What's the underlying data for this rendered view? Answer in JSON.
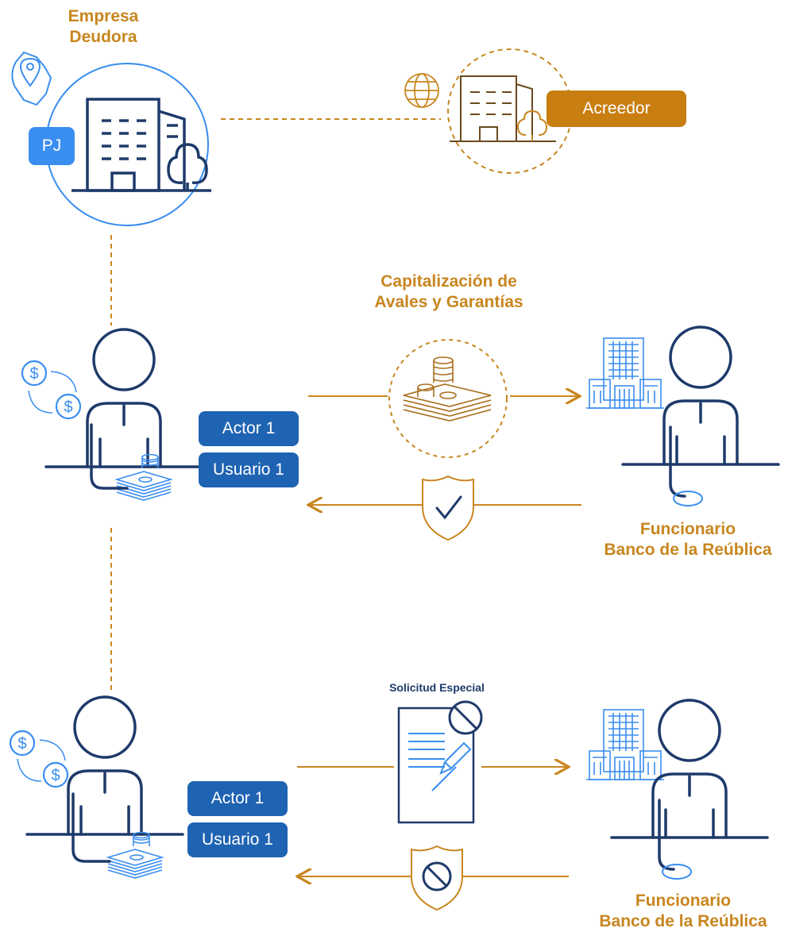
{
  "top": {
    "debtor_title": [
      "Empresa",
      "Deudora"
    ],
    "pj_badge": "PJ",
    "creditor_badge": "Acreedor"
  },
  "flow1": {
    "title": [
      "Capitalización de",
      "Avales y Garantías"
    ],
    "actor_label": "Actor 1",
    "user_label": "Usuario 1",
    "officer": [
      "Funcionario",
      "Banco de la Reública"
    ]
  },
  "flow2": {
    "title": "Solicitud Especial",
    "actor_label": "Actor 1",
    "user_label": "Usuario 1",
    "officer": [
      "Funcionario",
      "Banco de la Reública"
    ]
  },
  "colors": {
    "blue": "#1e3a6a",
    "light_blue": "#3a8ef0",
    "gold": "#c8861f",
    "pill_blue": "#1f63b3"
  },
  "icons": [
    "location-pin-icon",
    "office-building-icon",
    "globe-icon",
    "person-icon",
    "dollar-coin-icon",
    "money-stack-icon",
    "bank-building-icon",
    "shield-check-icon",
    "shield-cancel-icon",
    "document-cancel-icon"
  ]
}
